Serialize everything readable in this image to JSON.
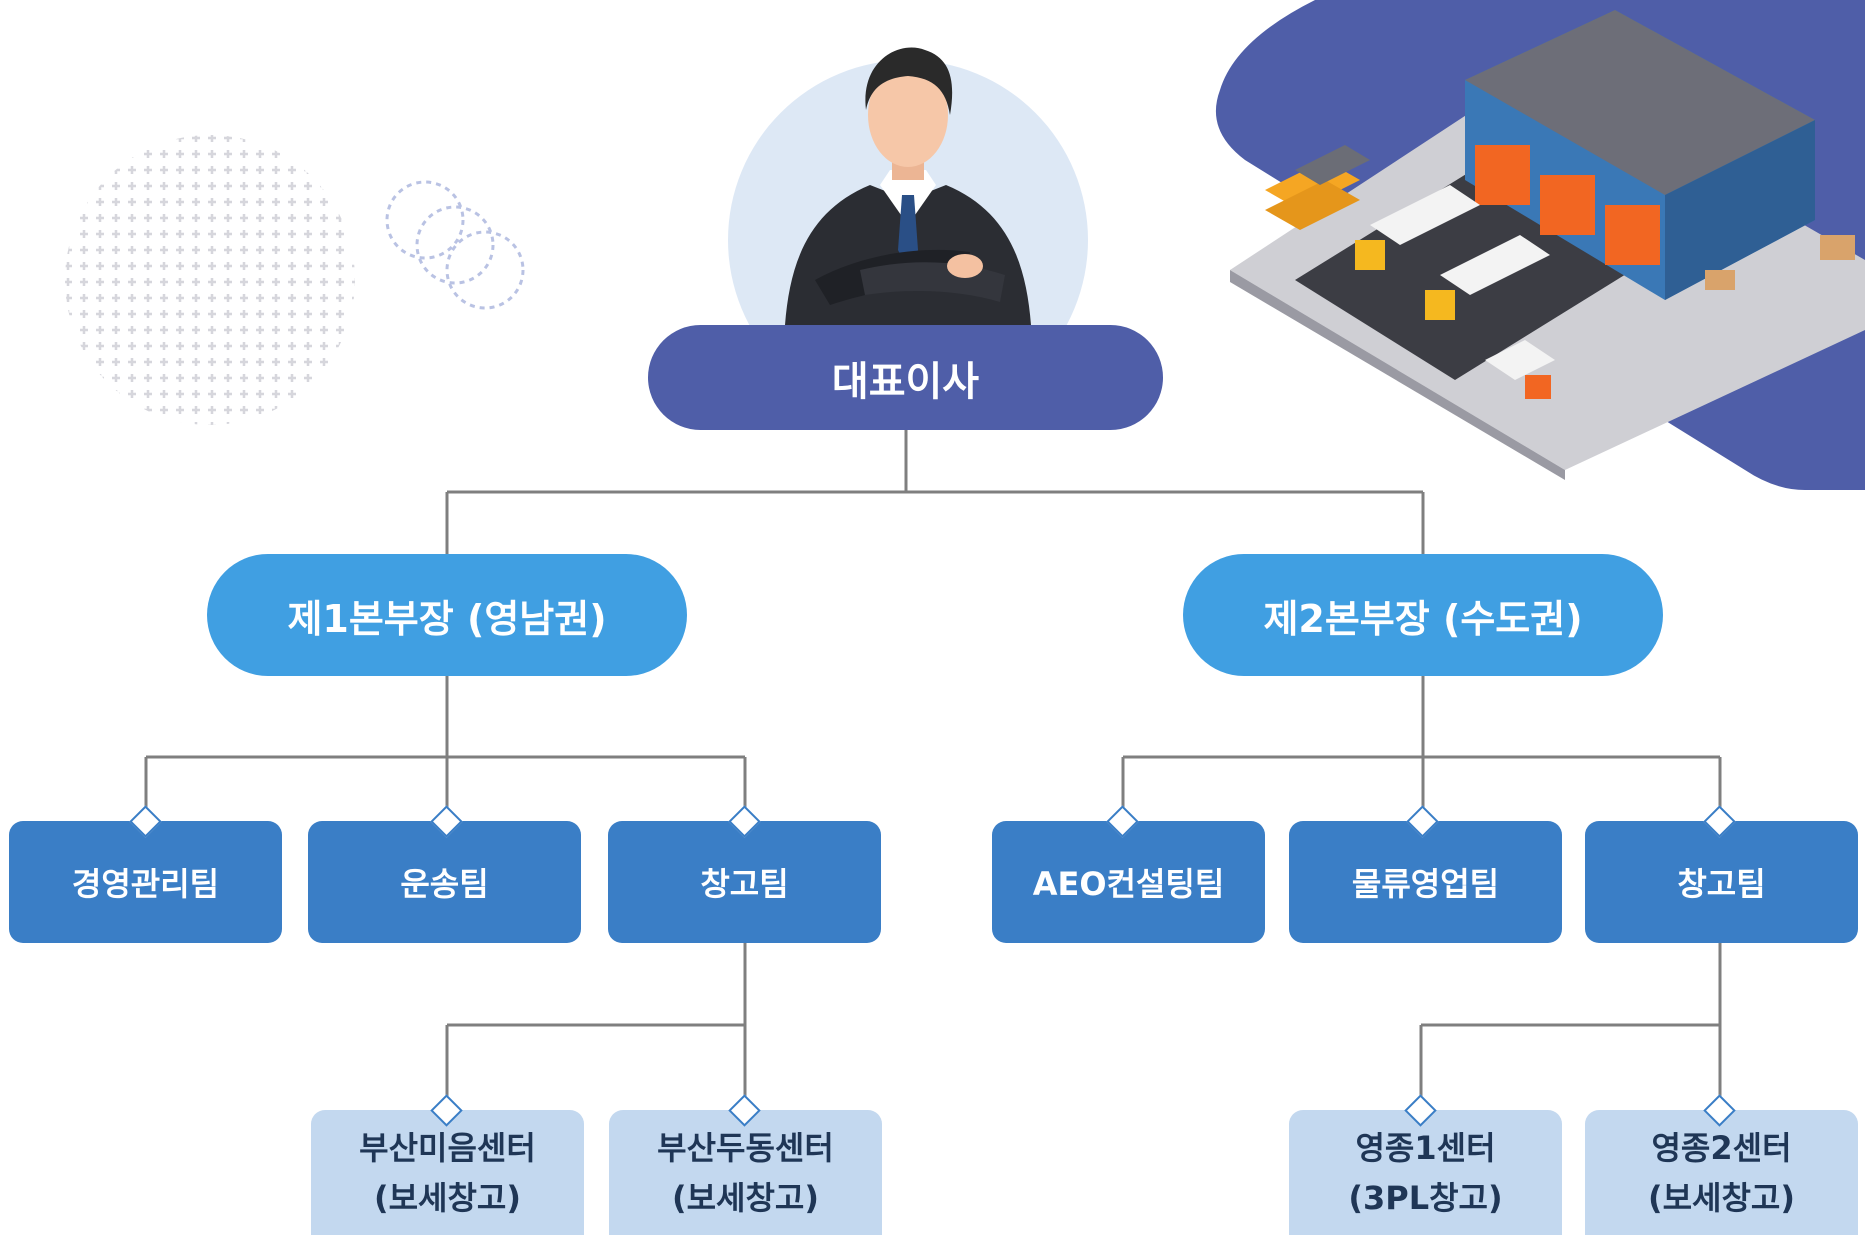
{
  "ceo": {
    "label": "대표이사"
  },
  "hq": [
    {
      "label": "제1본부장 (영남권)"
    },
    {
      "label": "제2본부장 (수도권)"
    }
  ],
  "teams": [
    {
      "label": "경영관리팀"
    },
    {
      "label": "운송팀"
    },
    {
      "label": "창고팀"
    },
    {
      "label": "AEO컨설팅팀"
    },
    {
      "label": "물류영업팀"
    },
    {
      "label": "창고팀"
    }
  ],
  "centers": [
    {
      "name": "부산미음센터",
      "type": "(보세창고)"
    },
    {
      "name": "부산두동센터",
      "type": "(보세창고)"
    },
    {
      "name": "영종1센터",
      "type": "(3PL창고)"
    },
    {
      "name": "영종2센터",
      "type": "(보세창고)"
    }
  ],
  "colors": {
    "ceo": "#4f5ea8",
    "hq": "#409fe2",
    "team": "#3a7ec6",
    "center": "#c3d8ef",
    "connector": "#7f7f7f"
  }
}
